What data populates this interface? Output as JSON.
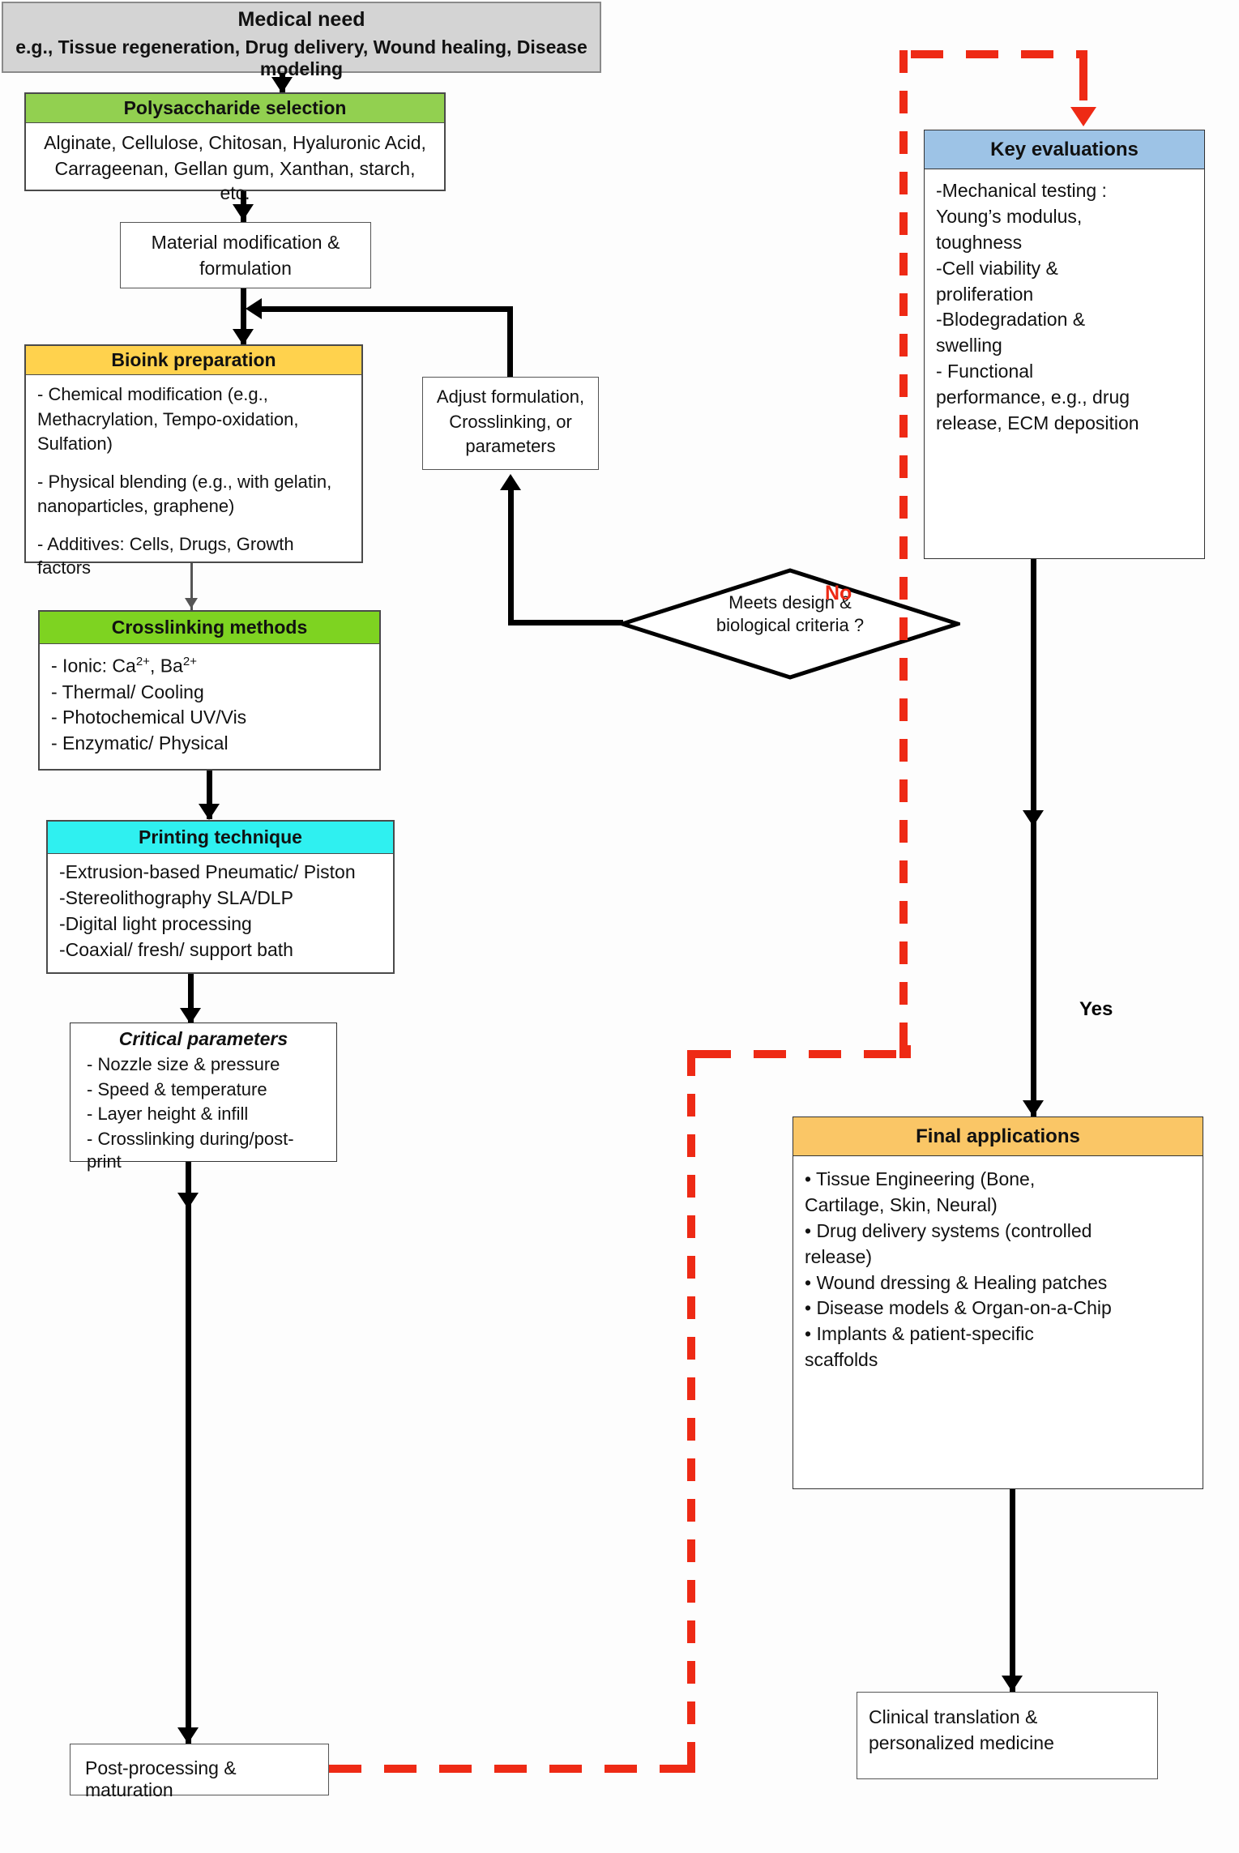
{
  "nodes": {
    "medical_need": {
      "title": "Medical need",
      "subtitle": "e.g., Tissue regeneration, Drug delivery, Wound healing, Disease modeling",
      "color": "#d4d4d4"
    },
    "polysaccharide_selection": {
      "title": "Polysaccharide selection",
      "color": "#92d050",
      "lines": [
        "Alginate, Cellulose, Chitosan, Hyaluronic Acid,",
        "Carrageenan, Gellan gum, Xanthan, starch, etc."
      ]
    },
    "material_modification": {
      "lines": [
        "Material modification &",
        "formulation"
      ]
    },
    "bioink_preparation": {
      "title": "Bioink preparation",
      "color": "#ffd24d",
      "lines": [
        "- Chemical modification (e.g.,",
        "Methacrylation, Tempo-oxidation,",
        "Sulfation)",
        "",
        "- Physical blending (e.g., with gelatin,",
        "nanoparticles, graphene)",
        "",
        "- Additives: Cells, Drugs, Growth factors"
      ]
    },
    "crosslinking_methods": {
      "title": "Crosslinking methods",
      "color": "#7ed321",
      "lines": [
        "- Ionic: Ca2+, Ba2+",
        "- Thermal/ Cooling",
        "- Photochemical UV/Vis",
        "- Enzymatic/ Physical"
      ],
      "ionic_prefix": "- Ionic: Ca",
      "ionic_sup1": "2+",
      "ionic_mid": ", Ba",
      "ionic_sup2": "2+"
    },
    "printing_technique": {
      "title": "Printing technique",
      "color": "#2ff0f0",
      "lines": [
        "-Extrusion-based Pneumatic/ Piston",
        "-Stereolithography SLA/DLP",
        "-Digital light processing",
        "-Coaxial/ fresh/ support bath"
      ]
    },
    "critical_parameters": {
      "title": "Critical parameters",
      "lines": [
        "- Nozzle size & pressure",
        "- Speed & temperature",
        "- Layer height & infill",
        "- Crosslinking during/post-print"
      ]
    },
    "post_processing": {
      "label": "Post-processing & maturation"
    },
    "key_evaluations": {
      "title": "Key evaluations",
      "color": "#9dc3e6",
      "lines": [
        "-Mechanical testing :",
        "Young’s modulus,",
        "toughness",
        "-Cell viability &",
        "proliferation",
        "-Blodegradation &",
        "swelling",
        "- Functional",
        "performance, e.g., drug",
        "release, ECM deposition"
      ]
    },
    "adjust_formulation": {
      "lines": [
        "Adjust formulation,",
        "Crosslinking, or",
        "parameters"
      ]
    },
    "decision": {
      "lines": [
        "Meets design &",
        "biological criteria ?"
      ]
    },
    "final_applications": {
      "title": "Final applications",
      "color": "#fac666",
      "lines": [
        "•   Tissue    Engineering    (Bone,",
        "Cartilage, Skin, Neural)",
        "• Drug delivery systems (controlled",
        "release)",
        "• Wound dressing & Healing patches",
        "• Disease models & Organ-on-a-Chip",
        "•   Implants   &   patient-specific",
        "scaffolds"
      ]
    },
    "clinical_translation": {
      "lines": [
        "Clinical     translation     &",
        "personalized medicine"
      ]
    }
  },
  "edges": {
    "no_label": "No",
    "yes_label": "Yes"
  },
  "colors": {
    "feedback_red": "#ee2a15",
    "connector_black": "#000000"
  }
}
